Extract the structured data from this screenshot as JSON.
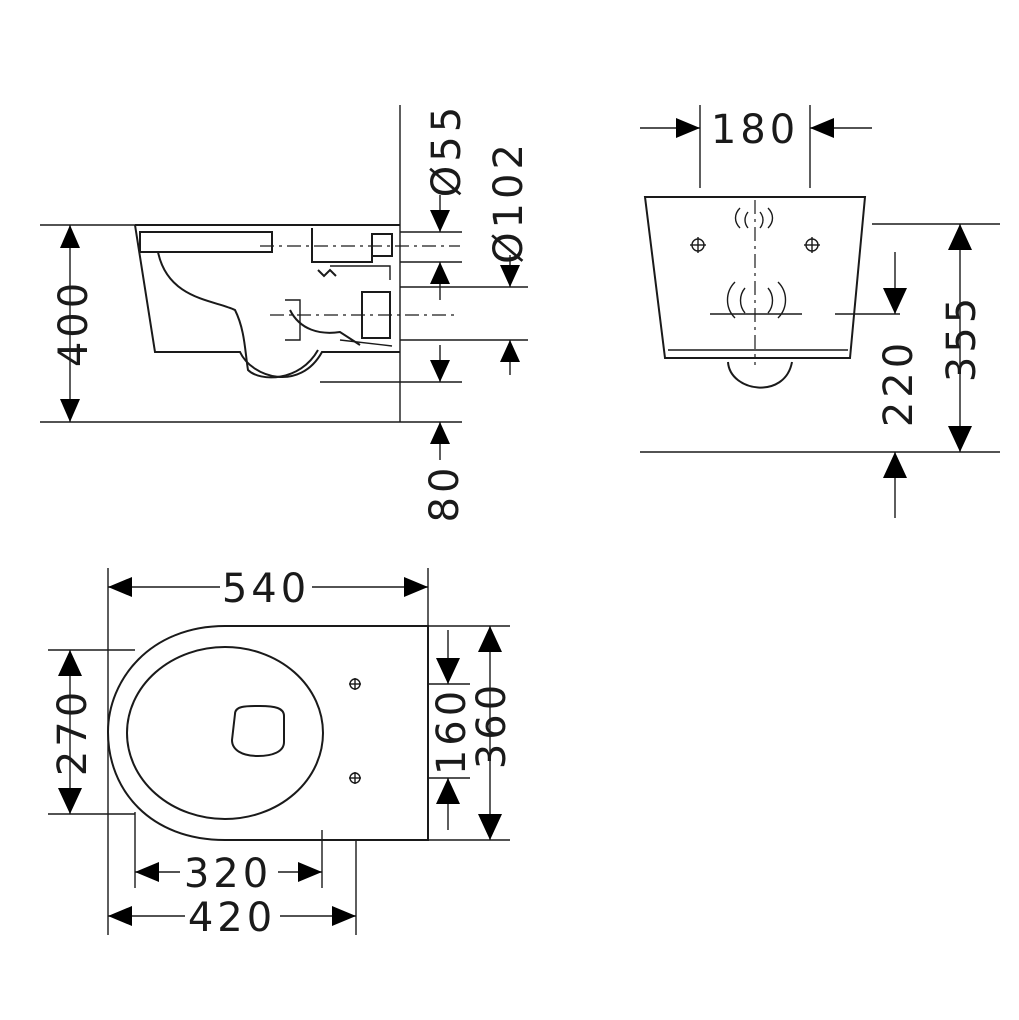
{
  "dimensions": {
    "side_height": "400",
    "side_floor_offset": "80",
    "dia_outlet": "Ø55",
    "dia_inlet": "Ø102",
    "front_width": "180",
    "front_height": "355",
    "front_outlet_height": "220",
    "top_length": "540",
    "top_width": "360",
    "top_bolt_spacing": "160",
    "top_seat_width": "270",
    "top_depth_short": "320",
    "top_depth_long": "420"
  }
}
